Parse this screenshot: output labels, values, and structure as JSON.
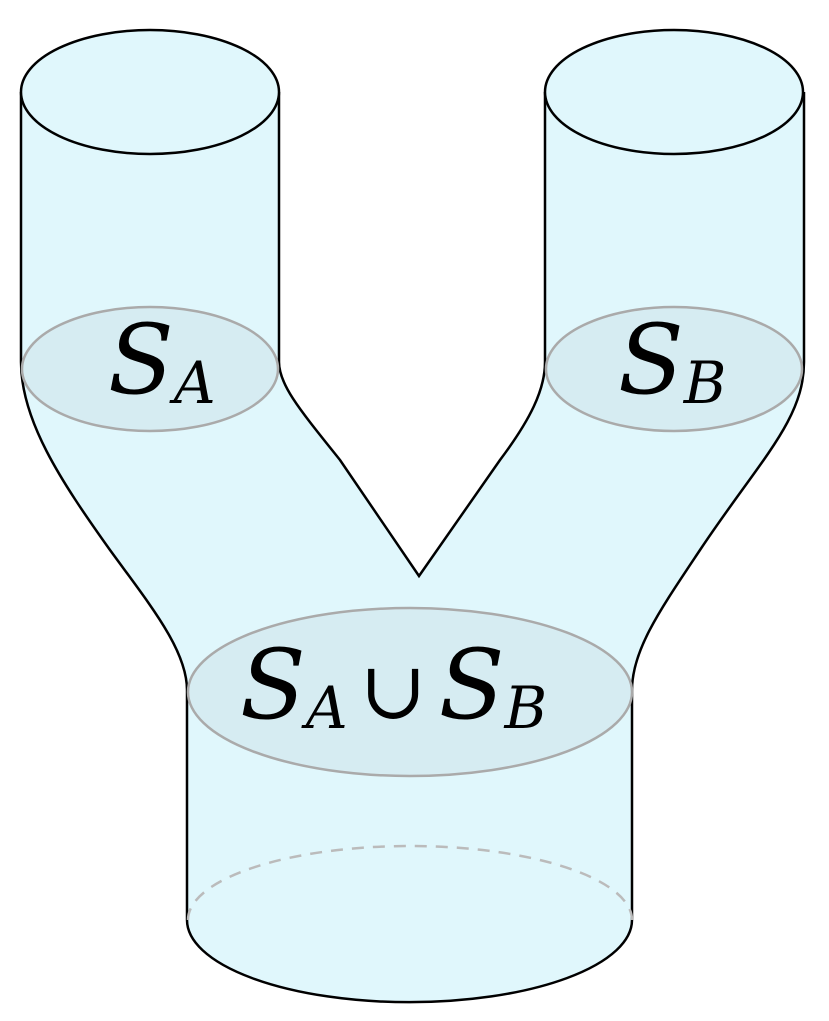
{
  "labels": {
    "left": {
      "main": "S",
      "sub": "A"
    },
    "right": {
      "main": "S",
      "sub": "B"
    },
    "union": {
      "left_main": "S",
      "left_sub": "A",
      "operator": "∪",
      "right_main": "S",
      "right_sub": "B"
    }
  },
  "colors": {
    "tube_fill": "#e0f7fc",
    "outline": "#000000",
    "section_fill": "#d6ecf2",
    "section_stroke": "#aaaaaa",
    "hidden_edge": "#bbbbbb"
  }
}
